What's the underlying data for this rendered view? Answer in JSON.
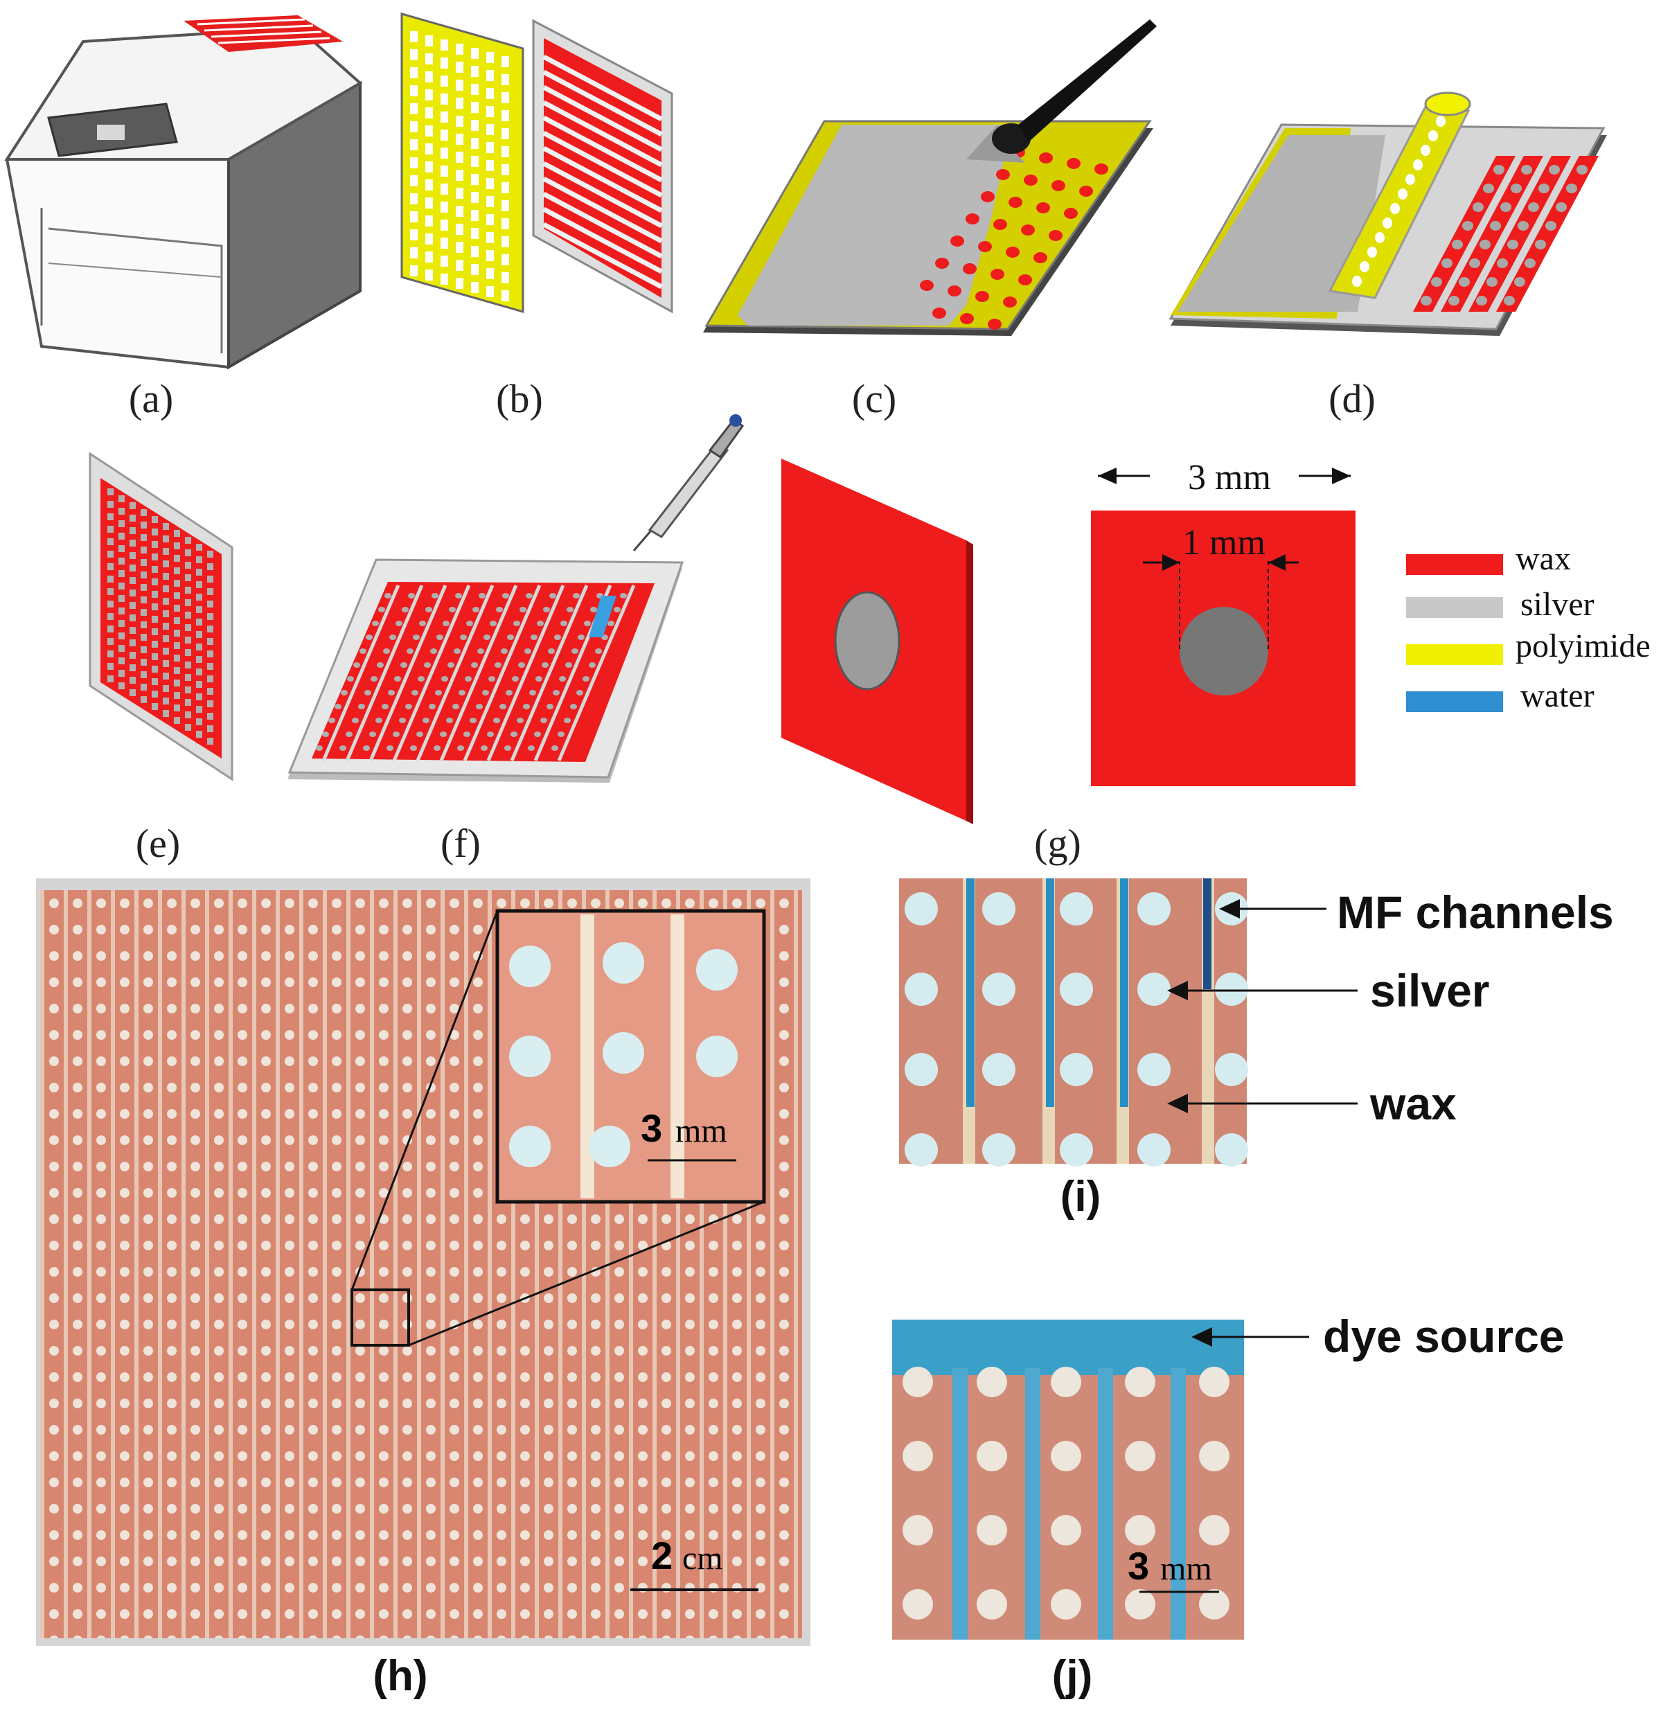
{
  "panels": {
    "a": "(a)",
    "b": "(b)",
    "c": "(c)",
    "d": "(d)",
    "e": "(e)",
    "f": "(f)",
    "g": "(g)",
    "h": "(h)",
    "i": "(i)",
    "j": "(j)"
  },
  "dimensions": {
    "outer": "3 mm",
    "inner": "1 mm"
  },
  "legend": [
    {
      "label": "wax",
      "color": "#ee1c1c"
    },
    {
      "label": "silver",
      "color": "#c8c8c8"
    },
    {
      "label": "polyimide",
      "color": "#f0f000"
    },
    {
      "label": "water",
      "color": "#2f8fd0"
    }
  ],
  "annotations_i": {
    "channels": "MF channels",
    "silver": "silver",
    "wax": "wax"
  },
  "annotation_j": "dye source",
  "scalebars": {
    "h": {
      "num": "2",
      "unit": "cm"
    },
    "h_inset": {
      "num": "3",
      "unit": "mm"
    },
    "j": {
      "num": "3",
      "unit": "mm"
    }
  },
  "colors": {
    "wax_red": "#ee1c1c",
    "silver_gray": "#b9b9b9",
    "polyimide_yellow": "#e3e100",
    "photo_wax": "#d68470",
    "photo_dot": "#eae2d8",
    "dye_blue": "#3a9ec8"
  }
}
